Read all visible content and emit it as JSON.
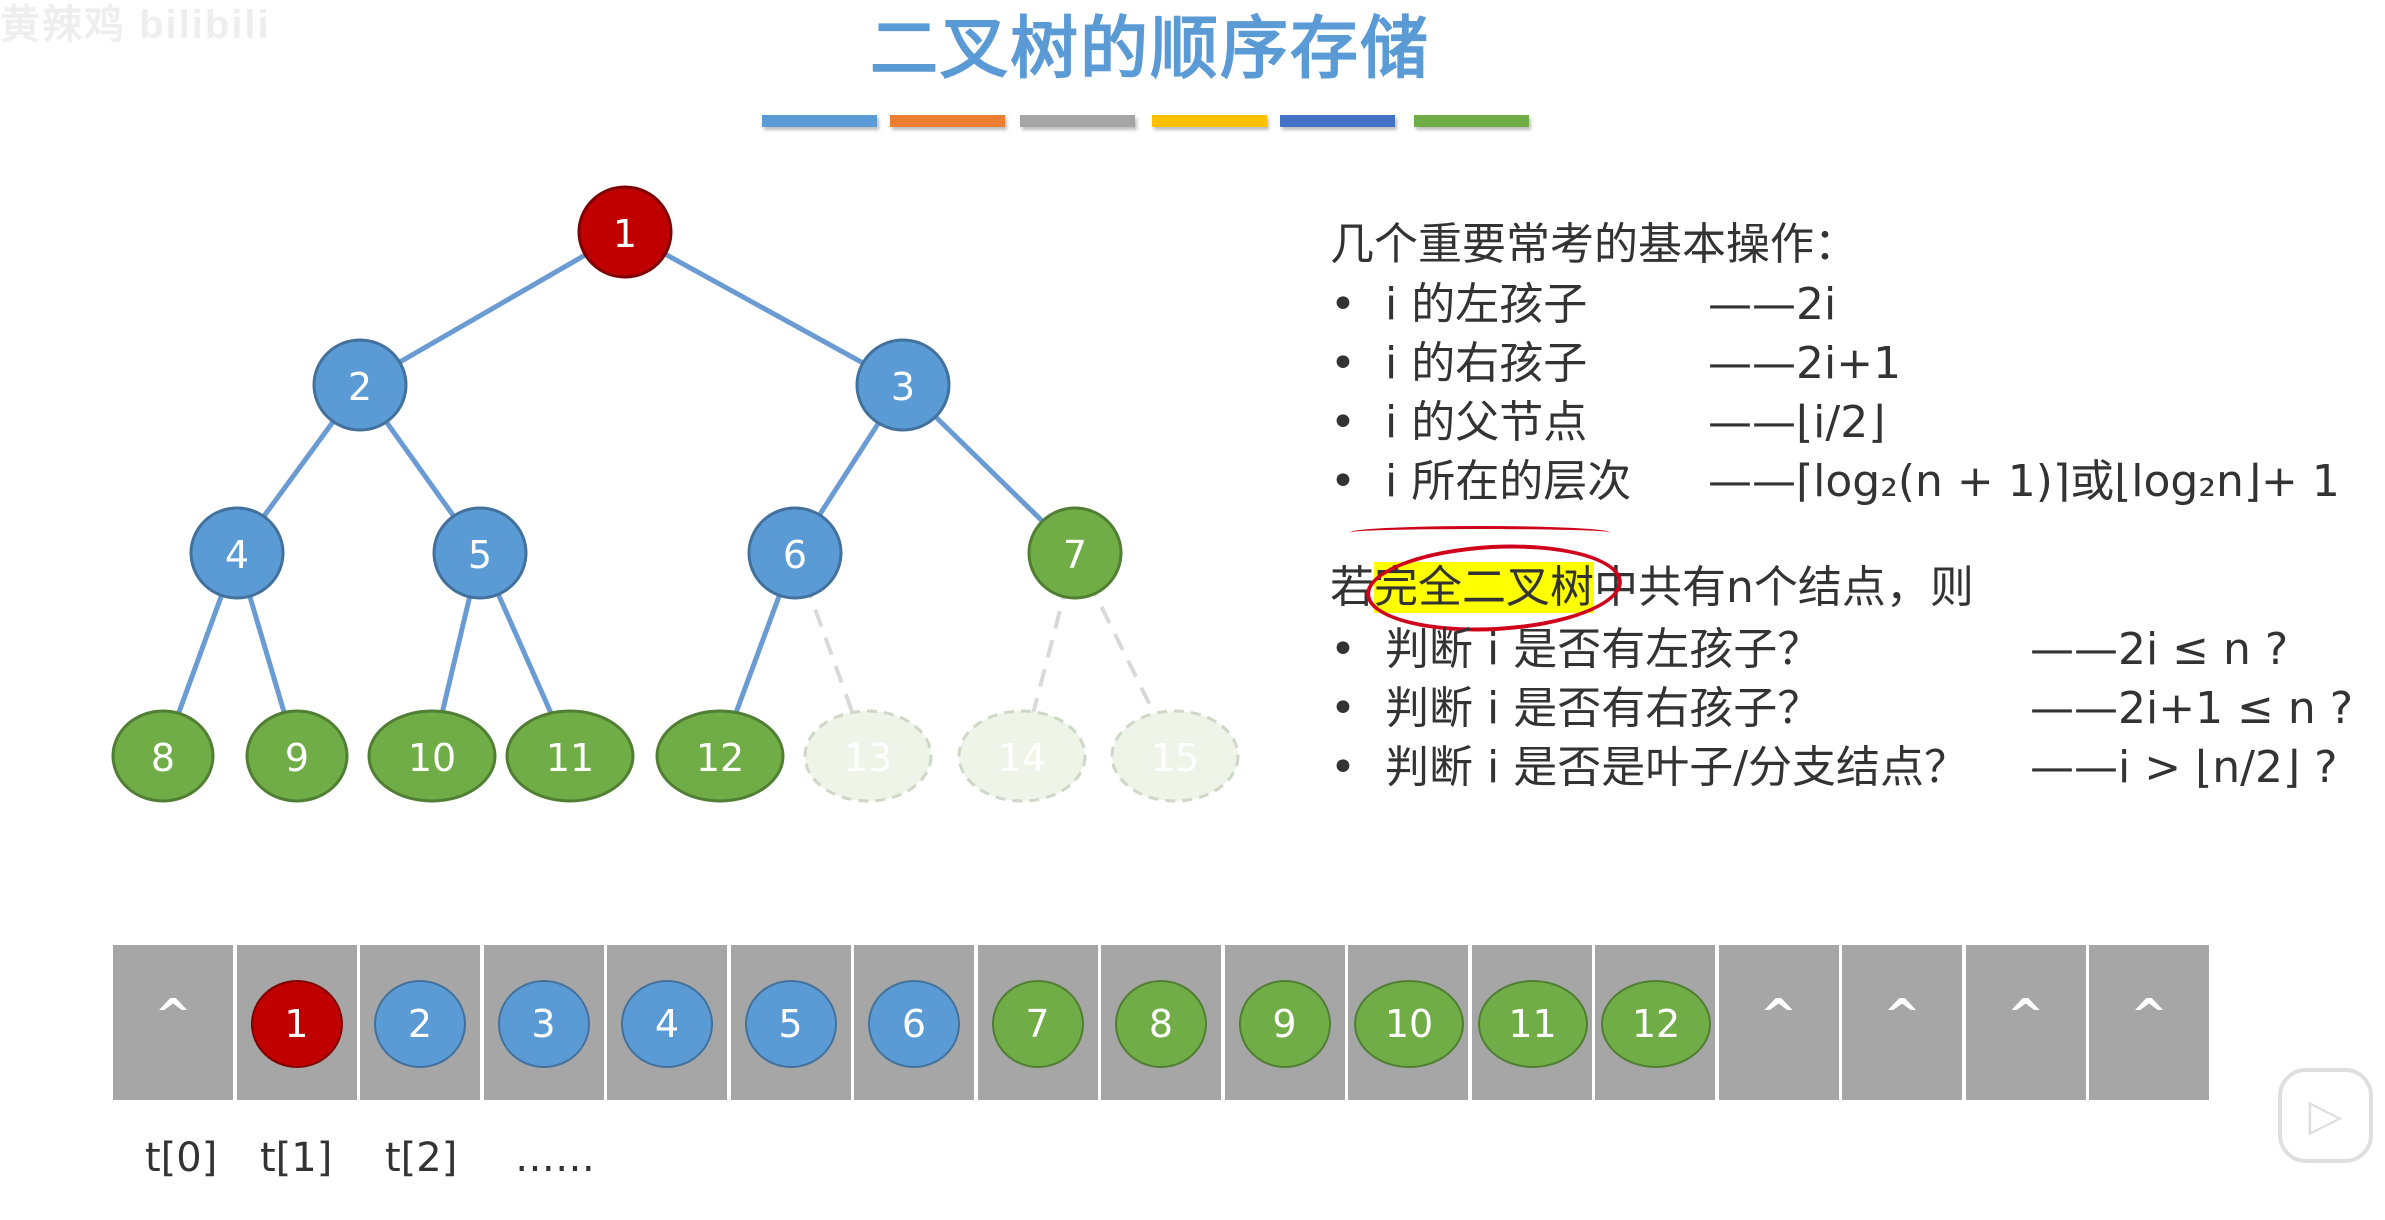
{
  "watermark": "黄辣鸡 bilibili",
  "title": "二叉树的顺序存储",
  "color_bars": [
    "#5b9bd5",
    "#ed7d31",
    "#a5a5a5",
    "#ffc000",
    "#4472c4",
    "#70ad47"
  ],
  "colors": {
    "root": "#c00000",
    "internal": "#5b9bd5",
    "leaf": "#70ad47",
    "array_bg": "#a6a6a6",
    "highlight": "#ffff00"
  },
  "tree": {
    "nodes": [
      {
        "label": "1",
        "type": "root"
      },
      {
        "label": "2",
        "type": "internal"
      },
      {
        "label": "3",
        "type": "internal"
      },
      {
        "label": "4",
        "type": "internal"
      },
      {
        "label": "5",
        "type": "internal"
      },
      {
        "label": "6",
        "type": "internal"
      },
      {
        "label": "7",
        "type": "leaf"
      },
      {
        "label": "8",
        "type": "leaf"
      },
      {
        "label": "9",
        "type": "leaf"
      },
      {
        "label": "10",
        "type": "leaf"
      },
      {
        "label": "11",
        "type": "leaf"
      },
      {
        "label": "12",
        "type": "leaf"
      },
      {
        "label": "13",
        "type": "ghost"
      },
      {
        "label": "14",
        "type": "ghost"
      },
      {
        "label": "15",
        "type": "ghost"
      }
    ]
  },
  "ops": {
    "heading": "几个重要常考的基本操作：",
    "items": [
      {
        "text": "i 的左孩子",
        "formula": "——2i"
      },
      {
        "text": "i 的右孩子",
        "formula": "——2i+1"
      },
      {
        "text": "i 的父节点",
        "formula": "——⌊i/2⌋"
      },
      {
        "text": "i 所在的层次",
        "formula": "——⌈log₂(n + 1)⌉或⌊log₂n⌋+ 1"
      }
    ]
  },
  "complete": {
    "prefix": "若",
    "highlight": "完全二叉树",
    "suffix": "中共有n个结点，则",
    "items": [
      {
        "text": "判断 i 是否有左孩子？",
        "formula": "——2i ≤ n ?"
      },
      {
        "text": "判断 i 是否有右孩子？",
        "formula": "——2i+1 ≤ n ?"
      },
      {
        "text": "判断 i 是否是叶子/分支结点？",
        "formula": "——i > ⌊n/2⌋ ?"
      }
    ]
  },
  "bullet": "•",
  "array": {
    "cells": [
      {
        "value": "^",
        "type": "null"
      },
      {
        "value": "1",
        "type": "root"
      },
      {
        "value": "2",
        "type": "internal"
      },
      {
        "value": "3",
        "type": "internal"
      },
      {
        "value": "4",
        "type": "internal"
      },
      {
        "value": "5",
        "type": "internal"
      },
      {
        "value": "6",
        "type": "internal"
      },
      {
        "value": "7",
        "type": "leaf"
      },
      {
        "value": "8",
        "type": "leaf"
      },
      {
        "value": "9",
        "type": "leaf"
      },
      {
        "value": "10",
        "type": "leaf"
      },
      {
        "value": "11",
        "type": "leaf"
      },
      {
        "value": "12",
        "type": "leaf"
      },
      {
        "value": "^",
        "type": "null"
      },
      {
        "value": "^",
        "type": "null"
      },
      {
        "value": "^",
        "type": "null"
      },
      {
        "value": "^",
        "type": "null"
      }
    ],
    "index_labels": [
      "t[0]",
      "t[1]",
      "t[2]",
      "……"
    ]
  },
  "play_icon": "play-button-icon"
}
